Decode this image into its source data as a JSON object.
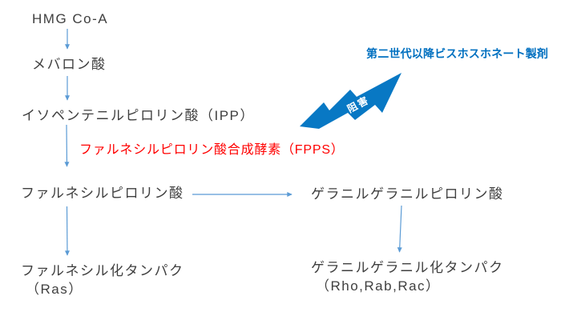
{
  "colors": {
    "background": "#FFFFFF",
    "node_text": "#3F3F3F",
    "enzyme_text": "#FF0000",
    "drug_text": "#0070C0",
    "arrow": "#5B9BD5",
    "bolt": "#0878C4",
    "inhibit_text": "#FFFFFF"
  },
  "nodes": {
    "hmg": {
      "label": "HMG Co-A"
    },
    "mevalonate": {
      "label": "メバロン酸"
    },
    "ipp": {
      "label": "イソペンテニルピロリン酸（IPP）"
    },
    "fpp": {
      "label": "ファルネシルピロリン酸"
    },
    "ggpp": {
      "label": "ゲラニルゲラニルピロリン酸"
    },
    "farnesylated": {
      "label": "ファルネシル化タンパク",
      "sublabel": "（Ras）"
    },
    "geranylgeranylated": {
      "label": "ゲラニルゲラニル化タンパク",
      "sublabel": "（Rho,Rab,Rac）"
    }
  },
  "enzyme": {
    "label": "ファルネシルピロリン酸合成酵素（FPPS）"
  },
  "annotation": {
    "drug_label": "第二世代以降ビスホスホネート製剤",
    "inhibit_label": "阻害"
  }
}
